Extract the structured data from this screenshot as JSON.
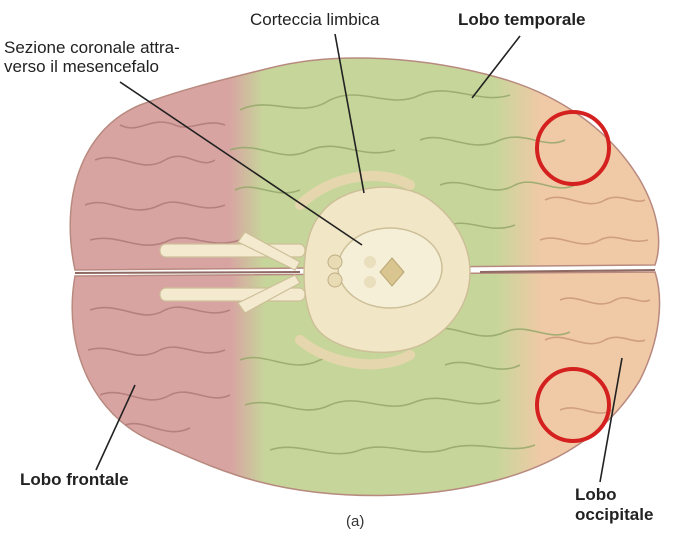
{
  "labels": {
    "section_line1": "Sezione coronale attra-",
    "section_line2": "verso il mesencefalo",
    "limbic_cortex": "Corteccia limbica",
    "temporal_lobe": "Lobo temporale",
    "frontal_lobe": "Lobo frontale",
    "occipital_line1": "Lobo",
    "occipital_line2": "occipitale"
  },
  "caption": "(a)",
  "colors": {
    "frontal": "#d8a4a2",
    "temporal": "#c6d69a",
    "occipital": "#f0c9a6",
    "brainstem": "#f1e6c6",
    "highlight_circle": "#d4211f",
    "leader_line": "#222222"
  }
}
